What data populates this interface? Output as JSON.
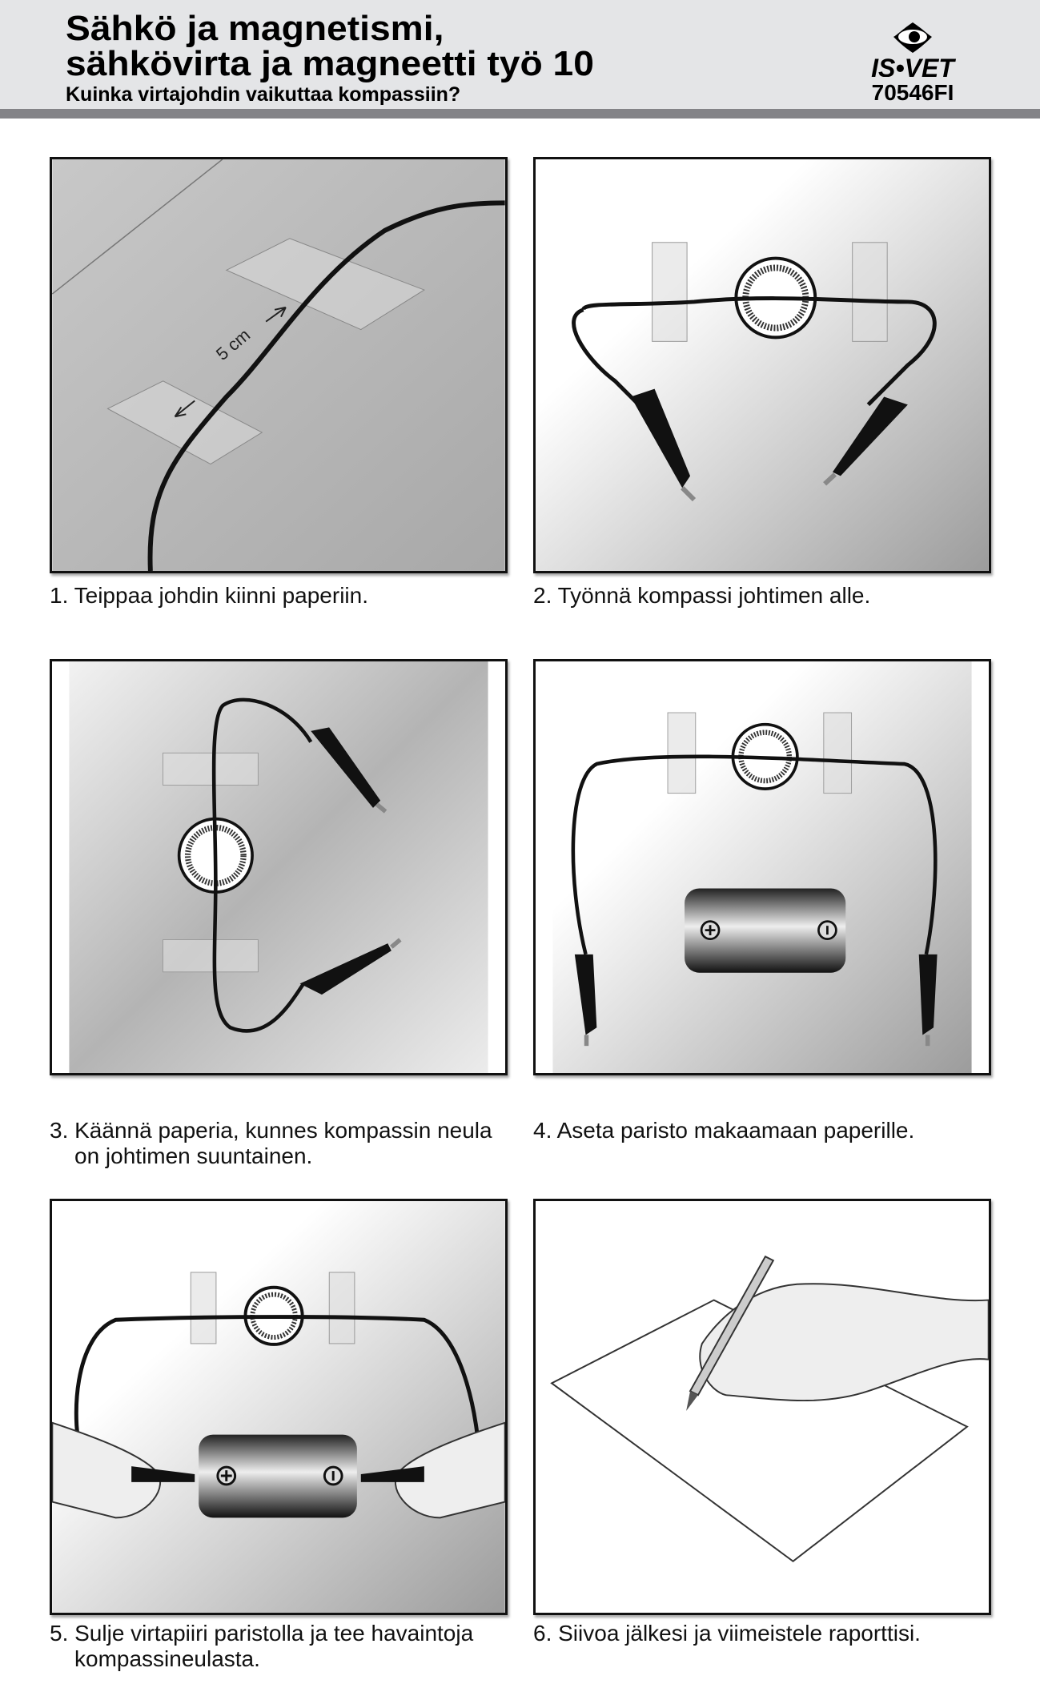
{
  "header": {
    "title_line1": "Sähkö ja magnetismi,",
    "title_line2": "sähkövirta ja magneetti työ 10",
    "subtitle": "Kuinka virtajohdin vaikuttaa kompassiin?",
    "brand": "IS•VET",
    "product_code": "70546FI"
  },
  "steps": [
    {
      "line1": "1. Teippaa johdin kiinni paperiin.",
      "line2": "",
      "annotation": "5 cm"
    },
    {
      "line1": "2. Työnnä kompassi johtimen alle.",
      "line2": ""
    },
    {
      "line1": "3. Käännä paperia, kunnes kompassin neula",
      "line2": "on johtimen suuntainen."
    },
    {
      "line1": "4. Aseta paristo makaamaan paperille.",
      "line2": ""
    },
    {
      "line1": "5. Sulje virtapiiri paristolla ja tee havaintoja",
      "line2": "kompassineulasta."
    },
    {
      "line1": "6. Siivoa jälkesi ja viimeistele raporttisi.",
      "line2": ""
    }
  ]
}
